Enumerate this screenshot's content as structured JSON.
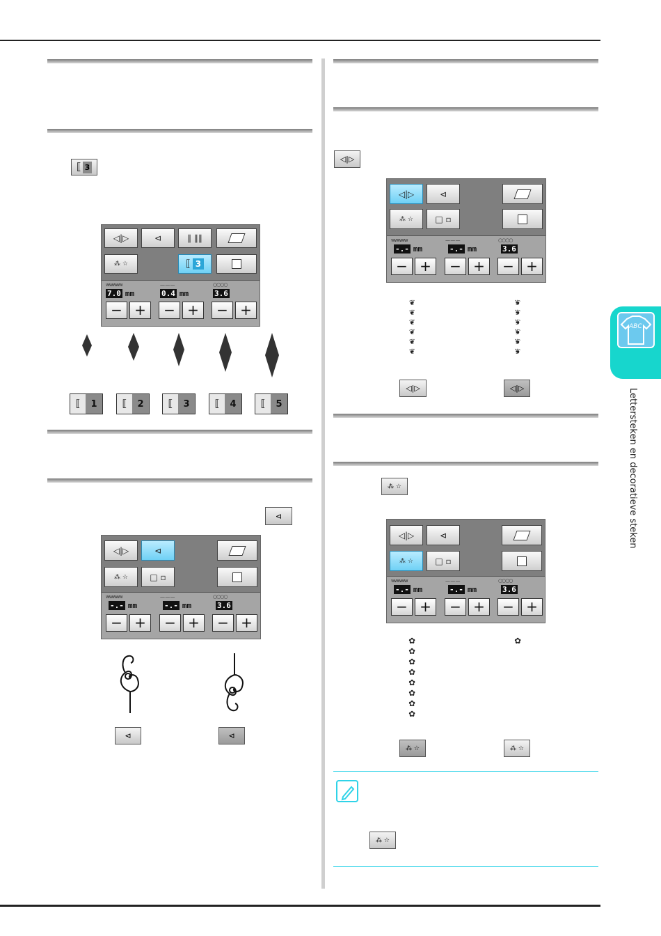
{
  "sidebar": {
    "tab_icon_text": "ABC",
    "section_title": "Lettersteken en decoratieve steken"
  },
  "icons": {
    "mirror_v": "◁|▷",
    "mirror_h": "⊲",
    "twin_needle": "∥ ∥∥",
    "eraser": "eraser-icon",
    "memory": "pocket-icon",
    "single_repeat": "⁂ ☆",
    "size_glyph": "⟦",
    "box": "□ ▫"
  },
  "step_size_button": {
    "num": "3"
  },
  "panel1": {
    "size_num": "3",
    "width": {
      "value": "7.0",
      "unit": "mm"
    },
    "length": {
      "value": "0.4",
      "unit": "mm"
    },
    "density": {
      "value": "3.6"
    },
    "minus": "−",
    "plus": "+"
  },
  "size_buttons": [
    "1",
    "2",
    "3",
    "4",
    "5"
  ],
  "panel_generic": {
    "width": {
      "value": "-.-",
      "unit": "mm"
    },
    "length": {
      "value": "-.-",
      "unit": "mm"
    },
    "density": {
      "value": "3.6"
    },
    "minus": "−",
    "plus": "+"
  },
  "stitch_glyphs": {
    "clover": "✿",
    "heart": "❦"
  },
  "colors": {
    "accent_tab": "#17d6cd",
    "selected": "#6fd1f5",
    "memo_line": "#2fd3e8"
  }
}
